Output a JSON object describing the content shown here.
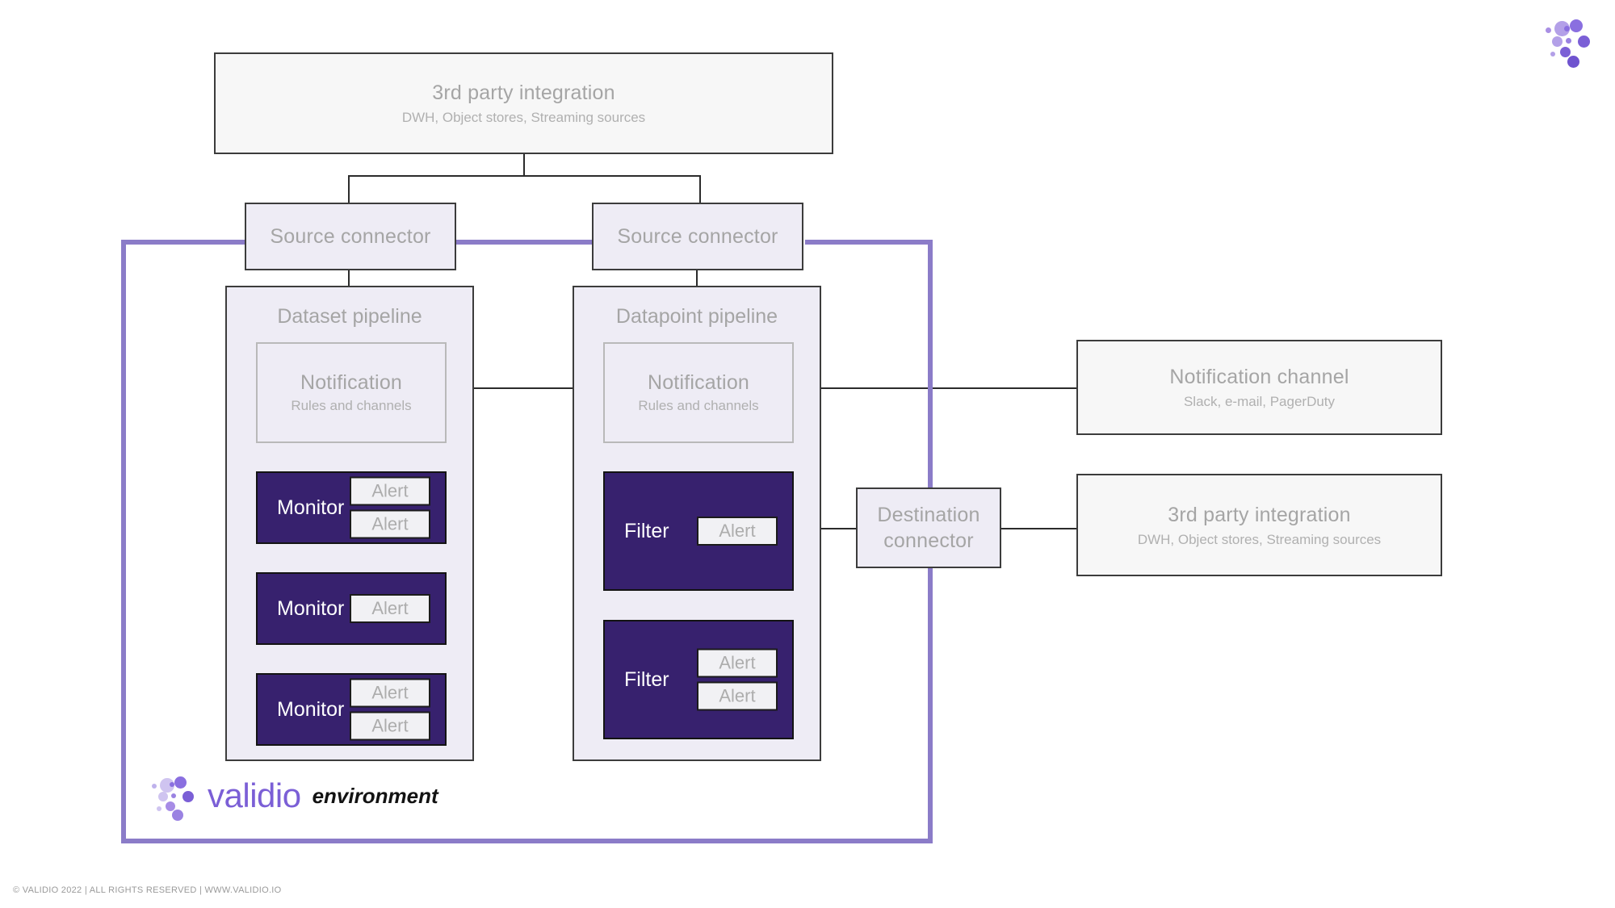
{
  "brand": {
    "name": "validio",
    "environment_label": "environment",
    "accent": "#7b5fd6",
    "frame_color": "#8b7cc8",
    "card_color": "#37216e"
  },
  "footer": {
    "text": "© VALIDIO 2022 | ALL RIGHTS RESERVED | WWW.VALIDIO.IO"
  },
  "nodes": {
    "source_integration": {
      "title": "3rd party integration",
      "subtitle": "DWH, Object stores, Streaming sources"
    },
    "source_connector_left": {
      "title": "Source connector"
    },
    "source_connector_right": {
      "title": "Source connector"
    },
    "destination_connector": {
      "line1": "Destination",
      "line2": "connector"
    },
    "notification_channel": {
      "title": "Notification channel",
      "subtitle": "Slack, e-mail, PagerDuty"
    },
    "destination_integration": {
      "title": "3rd party integration",
      "subtitle": "DWH, Object stores, Streaming sources"
    }
  },
  "pipelines": [
    {
      "id": "dataset",
      "title": "Dataset pipeline",
      "notification": {
        "title": "Notification",
        "subtitle": "Rules and channels"
      },
      "cards": [
        {
          "label": "Monitor",
          "alerts": [
            "Alert",
            "Alert"
          ]
        },
        {
          "label": "Monitor",
          "alerts": [
            "Alert"
          ]
        },
        {
          "label": "Monitor",
          "alerts": [
            "Alert",
            "Alert"
          ]
        }
      ]
    },
    {
      "id": "datapoint",
      "title": "Datapoint pipeline",
      "notification": {
        "title": "Notification",
        "subtitle": "Rules and channels"
      },
      "cards": [
        {
          "label": "Filter",
          "alerts": [
            "Alert"
          ]
        },
        {
          "label": "Filter",
          "alerts": [
            "Alert",
            "Alert"
          ]
        }
      ]
    }
  ],
  "icons": {
    "logo_top_right": "validio-dots-logo",
    "logo_wordmark": "validio-dots-logo"
  }
}
